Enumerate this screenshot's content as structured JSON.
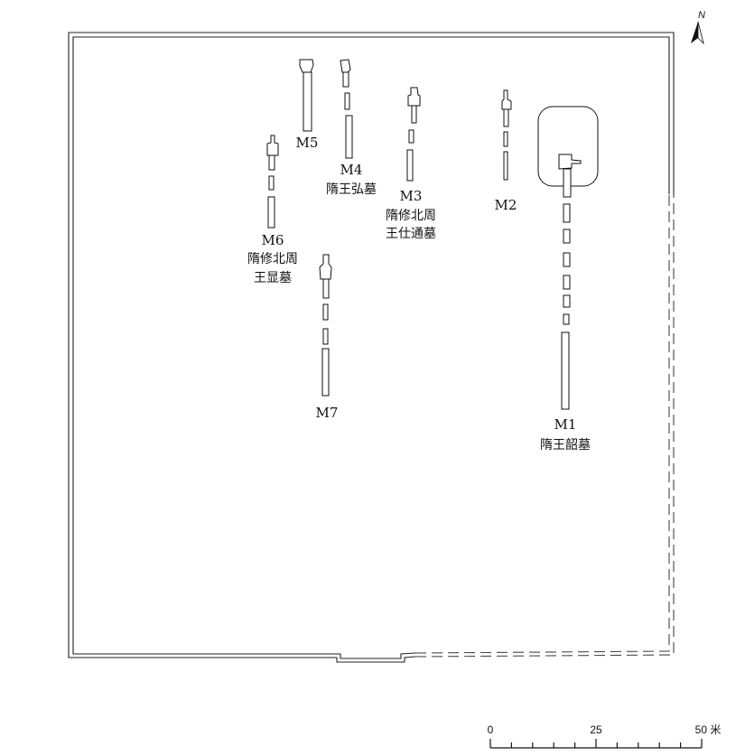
{
  "north": {
    "label": "N"
  },
  "tombs": [
    {
      "id": "M1",
      "name": "隋王韶墓"
    },
    {
      "id": "M2"
    },
    {
      "id": "M3",
      "name_line1": "隋修北周",
      "name_line2": "王仕通墓"
    },
    {
      "id": "M4",
      "name": "隋王弘墓"
    },
    {
      "id": "M5"
    },
    {
      "id": "M6",
      "name_line1": "隋修北周",
      "name_line2": "王显墓"
    },
    {
      "id": "M7"
    }
  ],
  "scale": {
    "ticks": [
      "0",
      "25",
      "50 米"
    ],
    "divisions": 10
  }
}
